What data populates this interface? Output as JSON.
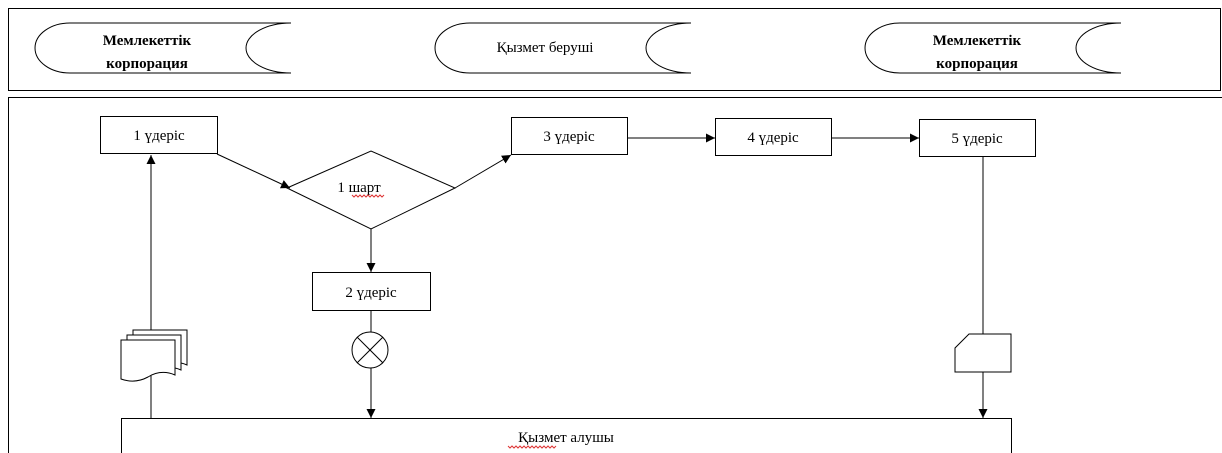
{
  "lanes": {
    "left": {
      "line1": "Мемлекеттік",
      "line2": "корпорация"
    },
    "center": {
      "label": "Қызмет беруші"
    },
    "right": {
      "line1": "Мемлекеттік",
      "line2": "корпорация"
    }
  },
  "steps": {
    "s1": "1 үдеріс",
    "s2": "2 үдеріс",
    "s3": "3 үдеріс",
    "s4": "4 үдеріс",
    "s5": "5 үдеріс"
  },
  "condition": {
    "label": "1 шарт"
  },
  "receiver": {
    "label": "Қызмет алушы"
  }
}
